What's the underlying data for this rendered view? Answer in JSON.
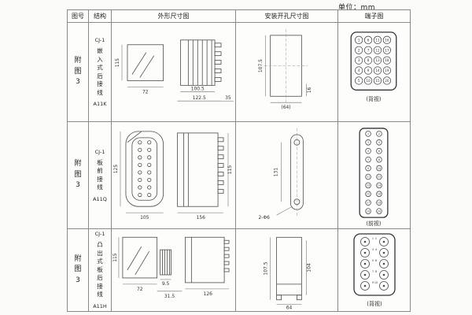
{
  "unit_label": "单位：mm",
  "header": {
    "fig": "图号",
    "structure": "结构",
    "outline": "外形尺寸图",
    "mount": "安装开孔尺寸图",
    "terminal": "端子图"
  },
  "rows": [
    {
      "fig_no": "附图3",
      "model": "CJ-1",
      "structure": "嵌入式后接线",
      "code": "A11K",
      "outline": {
        "height": "115",
        "width": "72",
        "depth_body": "100.5",
        "depth_total": "122.5",
        "front": "35"
      },
      "mount": {
        "height": "107.5",
        "pitch": "16",
        "width": "(64)"
      },
      "terminal": {
        "caption": "(背视)",
        "numbers": [
          "1",
          "6",
          "11",
          "16",
          "2",
          "7",
          "12",
          "17",
          "3",
          "8",
          "13",
          "18",
          "4",
          "9",
          "14",
          "19",
          "5",
          "10",
          "15",
          "20"
        ]
      }
    },
    {
      "fig_no": "附图3",
      "model": "CJ-1",
      "structure": "板前接线",
      "code": "A11Q",
      "outline": {
        "height": "125",
        "width": "105",
        "depth": "156",
        "side_height": "115"
      },
      "mount": {
        "length": "131",
        "holes": "2-Φ6"
      },
      "terminal": {
        "caption": "(前视)",
        "numbers": [
          "1",
          "2",
          "3",
          "4",
          "5",
          "6",
          "7",
          "8",
          "9",
          "10",
          "11",
          "12",
          "13",
          "14",
          "15",
          "16",
          "17",
          "18",
          "19",
          "20"
        ]
      }
    },
    {
      "fig_no": "附图3",
      "model": "CJ-1",
      "structure": "凸出式板后接线",
      "code": "A11H",
      "outline": {
        "height": "115",
        "width": "72",
        "pin_len": "9.5",
        "pin_total": "31.5",
        "depth": "126"
      },
      "mount": {
        "height": "107.5",
        "inner": "104",
        "width": "64"
      },
      "terminal": {
        "caption": "(背视)",
        "numbers": [
          "1",
          "2",
          "3",
          "4",
          "5",
          "6",
          "7",
          "8",
          "9",
          "10"
        ]
      }
    }
  ]
}
